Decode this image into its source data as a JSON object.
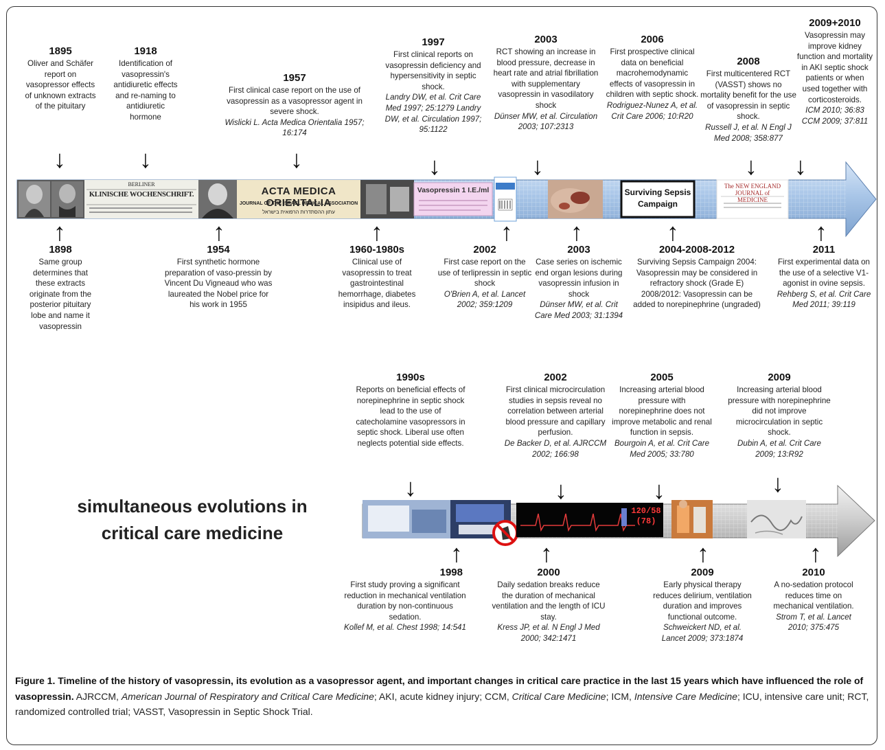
{
  "top_above": [
    {
      "year": "1895",
      "text": "Oliver and Schäfer report on vasopressor effects of unknown extracts of the pituitary",
      "ref": ""
    },
    {
      "year": "1918",
      "text": "Identification of vasopressin's antidiuretic effects and re-naming to antidiuretic hormone",
      "ref": ""
    },
    {
      "year": "1957",
      "text": "First clinical case report on the use of vasopressin as a vasopressor agent in severe shock.",
      "ref": "Wislicki L. Acta Medica Orientalia 1957; 16:174"
    },
    {
      "year": "1997",
      "text": "First clinical reports on vasopressin deficiency and hypersensitivity in septic shock.",
      "ref": "Landry DW, et al. Crit Care Med 1997; 25:1279 Landry DW, et al. Circulation 1997; 95:1122"
    },
    {
      "year": "2003",
      "text": "RCT showing an increase in blood pressure, decrease in heart rate and atrial fibrillation with supplementary vasopressin in vasodilatory shock",
      "ref": "Dünser MW, et al. Circulation 2003; 107:2313"
    },
    {
      "year": "2006",
      "text": "First prospective clinical data on beneficial macrohemodynamic effects of vasopressin in children with septic shock.",
      "ref": "Rodriguez-Nunez A, et al. Crit Care 2006; 10:R20"
    },
    {
      "year": "2008",
      "text": "First multicentered RCT (VASST) shows no mortality benefit for the use of vasopressin in septic shock.",
      "ref": "Russell J, et al. N Engl J Med 2008; 358:877"
    },
    {
      "year": "2009+2010",
      "text": "Vasopressin may improve kidney function and mortality in AKI septic shock patients or when used together with corticosteroids.",
      "ref": "ICM 2010; 36:83 CCM 2009; 37:811"
    }
  ],
  "top_below": [
    {
      "year": "1898",
      "text": "Same group determines that these extracts originate from the posterior pituitary lobe and name it vasopressin",
      "ref": ""
    },
    {
      "year": "1954",
      "text": "First synthetic hormone preparation of vaso-pressin by Vincent Du Vigneaud who was laureated the Nobel price for his work in 1955",
      "ref": ""
    },
    {
      "year": "1960-1980s",
      "text": "Clinical use of vasopressin to treat gastrointestinal hemorrhage, diabetes insipidus and ileus.",
      "ref": ""
    },
    {
      "year": "2002",
      "text": "First case report on the use of terlipressin in septic shock",
      "ref": "O'Brien A, et al. Lancet 2002; 359:1209"
    },
    {
      "year": "2003",
      "text": "Case series on ischemic end organ lesions during vasopressin infusion in shock",
      "ref": "Dünser MW, et al. Crit Care Med 2003; 31:1394"
    },
    {
      "year": "2004-2008-2012",
      "text": "Surviving Sepsis Campaign 2004: Vasopressin may be considered in refractory shock (Grade E) 2008/2012: Vasopressin can be added to norepinephrine (ungraded)",
      "ref": ""
    },
    {
      "year": "2011",
      "text": "First experimental data on the use of a selective V1-agonist in ovine sepsis.",
      "ref": "Rehberg S, et al. Crit Care Med 2011; 39:119"
    }
  ],
  "bottom_above": [
    {
      "year": "1990s",
      "text": "Reports on beneficial effects of norepinephrine in septic shock lead to the use of catecholamine vasopressors in septic shock. Liberal use often neglects potential side effects.",
      "ref": ""
    },
    {
      "year": "2002",
      "text": "First clinical microcirculation studies in sepsis reveal no correlation between arterial blood pressure and capillary perfusion.",
      "ref": "De Backer D, et al. AJRCCM 2002; 166:98"
    },
    {
      "year": "2005",
      "text": "Increasing arterial blood pressure with norepinephrine does not improve metabolic and renal function in sepsis.",
      "ref": "Bourgoin A, et al. Crit Care Med 2005; 33:780"
    },
    {
      "year": "2009",
      "text": "Increasing arterial blood pressure with norepinephrine did not improve microcirculation in septic shock.",
      "ref": "Dubin A, et al. Crit Care 2009; 13:R92"
    }
  ],
  "bottom_below": [
    {
      "year": "1998",
      "text": "First study proving a significant reduction in mechanical ventilation duration by non-continuous sedation.",
      "ref": "Kollef M, et al. Chest 1998; 14:541"
    },
    {
      "year": "2000",
      "text": "Daily sedation breaks reduce the duration of mechanical ventilation and the length of ICU stay.",
      "ref": "Kress JP, et al. N Engl J Med 2000; 342:1471"
    },
    {
      "year": "2009",
      "text": "Early physical therapy reduces delirium, ventilation duration and improves functional outcome.",
      "ref": "Schweickert ND, et al. Lancet 2009; 373:1874"
    },
    {
      "year": "2010",
      "text": "A no-sedation protocol reduces time on mechanical ventilation.",
      "ref": "Strom T, et al. Lancet 2010; 375:475"
    }
  ],
  "strip_images": {
    "berliner": "BERLINER",
    "klinische": "KLINISCHE WOCHENSCHRIFT.",
    "acta_title": "ACTA MEDICA ORIENTALIA",
    "acta_subtitle": "JOURNAL OF THE ISRAEL MEDICAL ASSOCIATION",
    "acta_hebrew": "עתון ההסתדרות הרפואית בישראל",
    "vial_label": "Vasopressin 1 I.E./ml",
    "ssc": "Surviving Sepsis Campaign",
    "nejm": "The NEW ENGLAND JOURNAL of MEDICINE",
    "monitor_bp": "120/58",
    "monitor_map": "(78)"
  },
  "side_title": "simultaneous evolutions in critical care medicine",
  "caption": {
    "bold": "Figure 1. Timeline of the history of vasopressin, its evolution as a vasopressor agent, and important changes in critical care practice in the last 15 years which have influenced the role of vasopressin.",
    "p1": " AJRCCM, ",
    "i1": "American Journal of Respiratory and Critical Care Medicine",
    "p2": "; AKI, acute kidney injury; CCM, ",
    "i2": "Critical Care Medicine",
    "p3": "; ICM, ",
    "i3": "Intensive Care Medicine",
    "p4": "; ICU, intensive care unit; RCT, randomized controlled trial; VASST, Vasopressin in Septic Shock Trial."
  },
  "colors": {
    "timeline_blue": "#a9c6e8",
    "timeline_gray": "#cfcfcf",
    "arrow": "#111111",
    "frame": "#333333"
  }
}
